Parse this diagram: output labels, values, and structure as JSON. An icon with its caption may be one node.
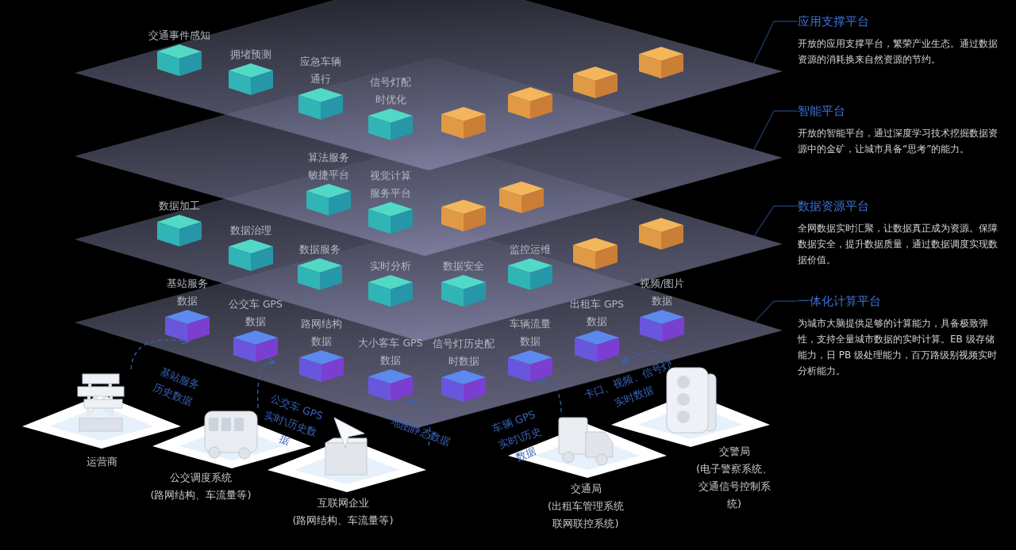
{
  "diagram": {
    "nodes": [
      {
        "text": [],
        "shape": "diamond"
      },
      {
        "text": [
          "交通事件感知"
        ],
        "in": 0
      },
      {
        "text": [
          "拥堵预测"
        ],
        "in": 0
      },
      {
        "text": [
          "应急车辆通行"
        ],
        "in": 0
      },
      {
        "text": [
          "信号灯配时优化"
        ]
      },
      {
        "text": [],
        "shape": "cube"
      },
      {
        "text": [],
        "shape": "cube"
      },
      {
        "text": [],
        "shape": "cube",
        "in": 0
      },
      {
        "text": [],
        "shape": "cube",
        "in": 0
      },
      {
        "text": [],
        "shape": "diamond"
      },
      {
        "text": [
          "算法服务敏捷平台"
        ]
      },
      {
        "text": [
          "视觉计算服务平台"
        ]
      },
      {
        "text": [],
        "shape": "cube"
      },
      {
        "text": [],
        "shape": "cube"
      },
      {
        "text": [],
        "shape": "diamond"
      },
      {
        "text": [
          "数据加工"
        ],
        "in": 14
      },
      {
        "text": [
          "数据治理"
        ],
        "in": 14
      },
      {
        "text": [
          "数据服务"
        ]
      },
      {
        "text": [
          "实时分析"
        ]
      },
      {
        "text": [
          "数据安全"
        ]
      },
      {
        "text": [
          "监控运维"
        ]
      },
      {
        "text": [],
        "shape": "cube",
        "in": 14
      },
      {
        "text": [],
        "shape": "cube",
        "in": 14
      },
      {
        "text": [],
        "shape": "diamond"
      },
      {
        "text": [
          "基站服务数据"
        ],
        "in": 23
      },
      {
        "text": [
          "公交车 GPS数据"
        ],
        "in": 23
      },
      {
        "text": [
          "路网结构数据"
        ],
        "in": 23
      },
      {
        "text": [
          "大小客车 GPS数据"
        ],
        "in": 23
      },
      {
        "text": [
          "信号灯历史配时数据"
        ],
        "in": 23
      },
      {
        "text": [
          "车辆流量数据"
        ],
        "in": 23
      },
      {
        "text": [
          "出租车 GPS数据"
        ],
        "in": 23
      },
      {
        "text": [
          "视频/图片数据"
        ],
        "in": 23
      },
      {
        "text": [
          "应用支撑平台",
          "开放的应用支撑平台，繁荣产业生态。通过数据资源的消耗换来自然资源的节约。"
        ]
      },
      {
        "text": [
          "智能平台",
          "开放的智能平台，通过深度学习技术挖掘数据资源中的金矿，让城市具备“思考”的能力。"
        ]
      },
      {
        "text": [
          "数据资源平台",
          "全网数据实时汇聚，让数据真正成为资源。保障数据安全，提升数据质量，通过数据调度实现数据价值。"
        ]
      },
      {
        "text": [
          "一体化计算平台",
          "为城市大脑提供足够的计算能力，具备极致弹性，支持全量城市数据的实时计算。EB 级存储能力，日 PB 级处理能力，百万路级别视频实时分析能力。"
        ]
      },
      {
        "text": [
          "运营商"
        ]
      },
      {
        "text": [
          "公交调度系统",
          "(路网结构、车流量等)"
        ]
      },
      {
        "text": [
          "互联网企业",
          "(路网结构、车流量等)"
        ]
      },
      {
        "text": [
          "交通局",
          "(出租车管理系统联网联控系统)"
        ]
      },
      {
        "text": [
          "交警局",
          "(电子警察系统、交通信号控制系统)"
        ]
      }
    ],
    "edges": [
      {
        "from": 32,
        "to": 0,
        "arrow": "none",
        "color": "#1e3a6a"
      },
      {
        "from": 33,
        "to": 9,
        "arrow": "none",
        "color": "#1e3a6a"
      },
      {
        "from": 34,
        "to": 14,
        "arrow": "none",
        "color": "#1e3a6a"
      },
      {
        "from": 35,
        "to": 23,
        "arrow": "none",
        "color": "#1e3a6a"
      },
      {
        "from": 36,
        "to": 24,
        "arrow": "to",
        "style": "dashed",
        "label": "基站服务历史数据"
      },
      {
        "from": 37,
        "to": 25,
        "arrow": "to",
        "style": "dashed",
        "label": "公交车 GPS实时\\历史数据"
      },
      {
        "from": 38,
        "to": 27,
        "arrow": "to",
        "style": "dashed",
        "label": "地图静态数据"
      },
      {
        "from": 39,
        "to": 29,
        "arrow": "to",
        "style": "dashed",
        "label": "车辆 GPS实时\\历史数据"
      },
      {
        "from": 40,
        "to": 30,
        "arrow": "to",
        "style": "dashed",
        "label": "卡口、视频、信号灯实时数据"
      }
    ]
  }
}
